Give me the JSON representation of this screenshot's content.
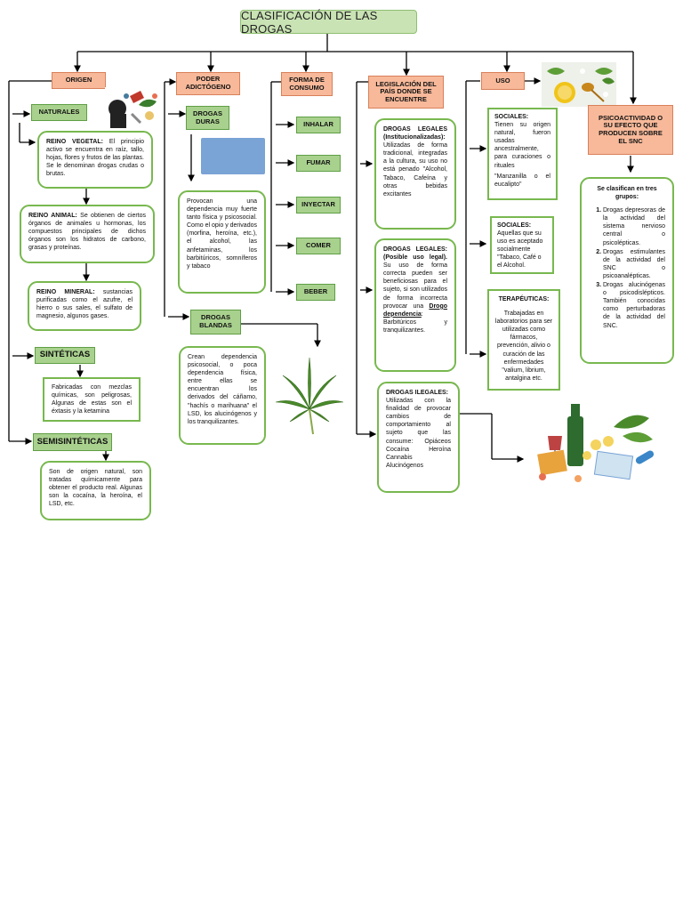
{
  "title": "CLASIFICACIÓN DE LAS DROGAS",
  "origen": {
    "label": "ORIGEN",
    "naturales": {
      "label": "NATURALES",
      "vegetal_title": "REINO VEGETAL:",
      "vegetal_text": " El principio activo se encuentra en raíz, tallo, hojas, flores y frutos de las plantas. Se le denominan drogas crudas o brutas.",
      "animal_title": "REINO ANIMAL:",
      "animal_text": " Se obtienen de ciertos órganos de animales u hormonas, los compuestos principales de dichos órganos son los hidratos de carbono, grasas y proteínas.",
      "mineral_title": "REINO MINERAL:",
      "mineral_text": " sustancias purificadas como el azufre, el hierro o sus sales, el sulfato de magnesio, algunos gases."
    },
    "sinteticas": {
      "label": "SINTÉTICAS",
      "text": "Fabricadas con mezclas químicas, son peligrosas, Algunas de estas son el éxtasis y la ketamina"
    },
    "semisinteticas": {
      "label": "SEMISINTÉTICAS",
      "text": "Son de origen natural, son tratadas químicamente para obtener el producto real. Algunas son la cocaína, la heroína, el LSD, etc."
    }
  },
  "poder": {
    "label": "PODER ADICTÓGENO",
    "duras": {
      "label": "DROGAS DURAS",
      "text": "Provocan una dependencia muy fuerte tanto física y psicosocial. Como el opio y derivados (morfina, heroína, etc.), el alcohol, las anfetaminas, los barbitúricos, somníferos y tabaco"
    },
    "blandas": {
      "label": "DROGAS BLANDAS",
      "text": "Crean dependencia psicosocial, o poca dependencia física, entre ellas se encuentran los derivados del cáñamo, \"hachís o marihuana\" el LSD, los alucinógenos y los tranquilizantes."
    }
  },
  "forma": {
    "label": "FORMA DE CONSUMO",
    "items": [
      "INHALAR",
      "FUMAR",
      "INYECTAR",
      "COMER",
      "BEBER"
    ]
  },
  "legislacion": {
    "label": "LEGISLACIÓN DEL PAÍS DONDE SE ENCUENTRE",
    "legales1_title": "DROGAS LEGALES (Institucionalizadas):",
    "legales1_text": " Utilizadas de forma tradicional, integradas a la cultura, su uso no está penado \"Alcohol, Tabaco, Cafeína y otras bebidas excitantes",
    "legales2_title": "DROGAS LEGALES: (Posible uso legal).",
    "legales2_text": " Su uso de forma correcta pueden ser beneficiosas para el sujeto, si son utilizados de forma incorrecta provocar una ",
    "legales2_link": "Drogo dependencia",
    "legales2_tail": ": Barbitúricos y tranquilizantes.",
    "ilegales_title": "DROGAS ILEGALES:",
    "ilegales_text": "Utilizadas con la finalidad de provocar cambios de comportamiento al sujeto que las consume: Opiáceos Cocaína Heroína Cannabis Alucinógenos"
  },
  "uso": {
    "label": "USO",
    "sociales1_title": "SOCIALES:",
    "sociales1_text": "Tienen su origen natural, fueron usadas ancestralmente, para curaciones o rituales",
    "sociales1_extra": "\"Manzanilla o el eucalipto\"",
    "sociales2_title": "SOCIALES:",
    "sociales2_text": "Aquellas que su uso es aceptado socialmente \"Tabaco, Café o el Alcohol.",
    "terap_title": "TERAPÉUTICAS:",
    "terap_text": "Trabajadas en laboratorios para ser utilizadas como fármacos, prevención, alivio o curación de las enfermedades \"valium, librium, antalgina etc."
  },
  "psico": {
    "label": "PSICOACTIVIDAD O SU EFECTO QUE PRODUCEN SOBRE EL SNC",
    "intro": "Se clasifican en tres grupos:",
    "groups": [
      "Drogas depresoras de la actividad del sistema nervioso central o psicolépticas.",
      "Drogas estimulantes de la actividad del SNC o psicoanalépticas.",
      "Drogas alucinógenas o psicodislépticos. También conocidas como perturbadoras de la actividad del SNC."
    ]
  },
  "colors": {
    "title_bg": "#c9e3b4",
    "category": "#f7b99a",
    "subcategory": "#a9d18e",
    "box_border": "#78b84f",
    "placeholder": "#7aa3d6"
  }
}
